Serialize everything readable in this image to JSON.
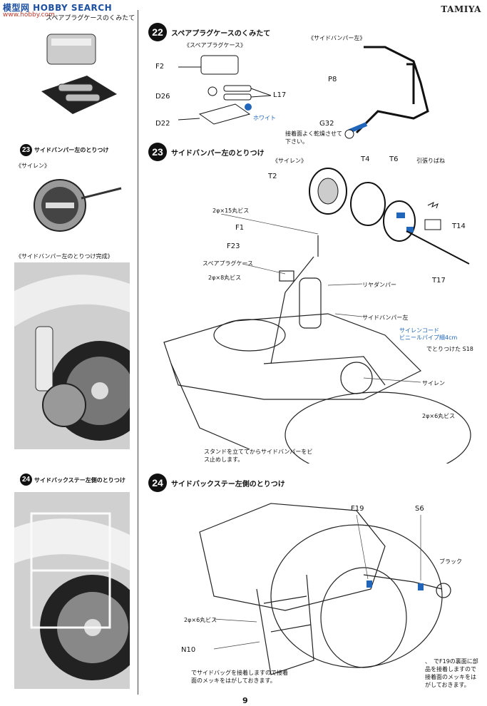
{
  "header": {
    "logo": "模型网 HOBBY SEARCH",
    "logo_sub": "www.hobby.com",
    "left_caption": "スペアプラグケースのくみたて",
    "brand": "TAMIYA"
  },
  "left_column": {
    "step23_badge": "23",
    "step23_title": "サイドバンパー左のとりつけ",
    "siren_caption": "《サイレン》",
    "bumper_done_caption": "《サイドバンパー左のとりつけ完成》",
    "step24_badge": "24",
    "step24_title": "サイドバックステー左側のとりつけ"
  },
  "step22": {
    "badge": "22",
    "title": "スペアプラグケースのくみたて",
    "subtitle": "《スペアプラグケース》",
    "parts": [
      "F2",
      "D26",
      "L17",
      "D22"
    ],
    "white_label": "ホワイト",
    "bumper_caption": "《サイドバンパー左》",
    "bumper_parts": [
      "P8",
      "G32"
    ],
    "glue_note": "接着面よく乾燥させて下さい。"
  },
  "step23": {
    "badge": "23",
    "title": "サイドバンパー左のとりつけ",
    "siren_caption": "《サイレン》",
    "siren_parts": [
      "T2",
      "T4",
      "T6",
      "引張りばね",
      "T14",
      "T17"
    ],
    "screw_15": "2φ×15丸ビス",
    "part_f1": "F1",
    "part_f23": "F23",
    "spare_case": "スペアプラグケース",
    "screw_8": "2φ×8丸ビス",
    "rear_damper": "リヤダンパー",
    "side_bumper": "サイドバンパー左",
    "siren_cord": "サイレンコード",
    "vinyl_pipe": "ビニールパイプ細4cm",
    "s18_note": "でとりつけた S18",
    "siren_label": "サイレン",
    "screw_6": "2φ×6丸ビス",
    "stand_note": "スタンドを立ててからサイドバンパーをビス止めします。"
  },
  "step24": {
    "badge": "24",
    "title": "サイドバックステー左側のとりつけ",
    "part_f19": "F19",
    "part_s6": "S6",
    "black_label": "ブラック",
    "screw_6": "2φ×6丸ビス",
    "part_n10": "N10",
    "bag_note": "でサイドバッグを接着しますので接着面のメッキをはがしておきます。",
    "right_note": "、　でF19の裏面に部品を接着しますので接着面のメッキをはがしておきます。"
  },
  "footer": {
    "page_number": "9"
  }
}
